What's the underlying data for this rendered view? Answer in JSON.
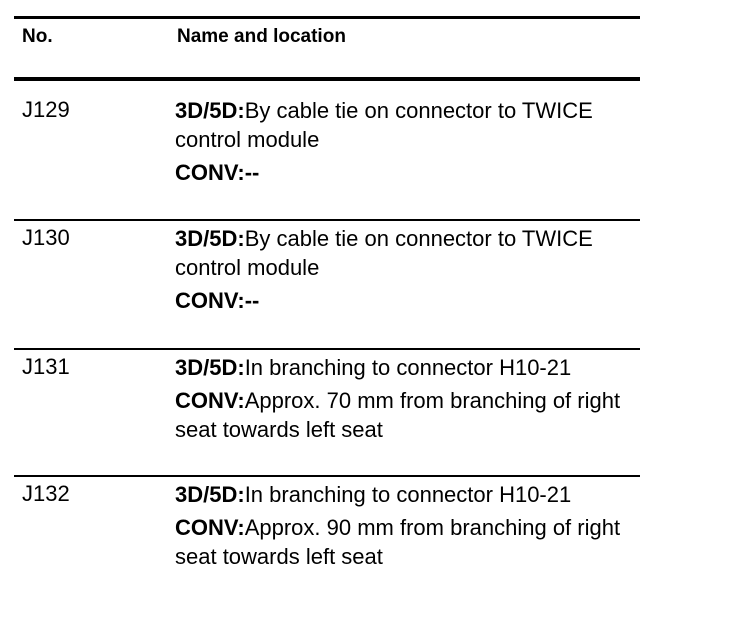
{
  "table": {
    "headers": {
      "no": "No.",
      "name": "Name and location"
    },
    "rows": [
      {
        "no": "J129",
        "entries": [
          {
            "label": "3D/5D:",
            "text": "By cable tie on connector to TWICE control module"
          },
          {
            "label": "CONV:",
            "text": "--"
          }
        ]
      },
      {
        "no": "J130",
        "entries": [
          {
            "label": "3D/5D:",
            "text": "By cable tie on connector to TWICE control module"
          },
          {
            "label": "CONV:",
            "text": "--"
          }
        ]
      },
      {
        "no": "J131",
        "entries": [
          {
            "label": "3D/5D:",
            "text": "In branching to connector H10-21"
          },
          {
            "label": "CONV:",
            "text": "Approx. 70 mm from branching of right seat towards left seat"
          }
        ]
      },
      {
        "no": "J132",
        "entries": [
          {
            "label": "3D/5D:",
            "text": "In branching to connector H10-21"
          },
          {
            "label": "CONV:",
            "text": "Approx. 90 mm from branching of right seat towards left seat"
          }
        ]
      }
    ]
  }
}
